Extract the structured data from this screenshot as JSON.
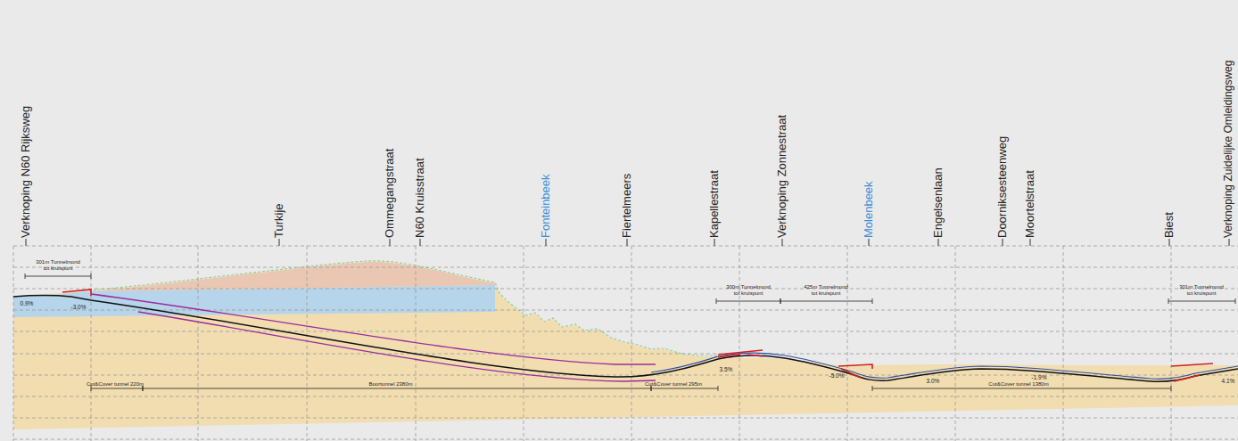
{
  "diagram": {
    "labels": [
      "Verknoping N60 Rijksweg",
      "Turkije",
      "Ommegangstraat",
      "N60 Kruisstraat",
      "Fonteinbeek",
      "Fiertelmeers",
      "Kapellestraat",
      "Verknoping Zonnestraat",
      "Molenbeek",
      "Engelsenlaan",
      "Doorniksesteenweg",
      "Moortelstraat",
      "Biest",
      "Verknoping Zuidelijke Omleidingsweg",
      "301m Tunnelmond tot kruispunt",
      "300m Tunnelmond tot kruispunt",
      "425m Tunnelmond tot kruispunt",
      "301m Tunnelmond tot kruispunt",
      "0.9%",
      "-3.0%",
      "3.5%",
      "-5.0%",
      "3.0%",
      "-1.9%",
      "4.1%",
      "Cut&Cover tunnel 220m",
      "Boortunnel 2380m",
      "Cut&Cover tunnel 295m",
      "Cut&Cover tunnel 1380m"
    ]
  }
}
